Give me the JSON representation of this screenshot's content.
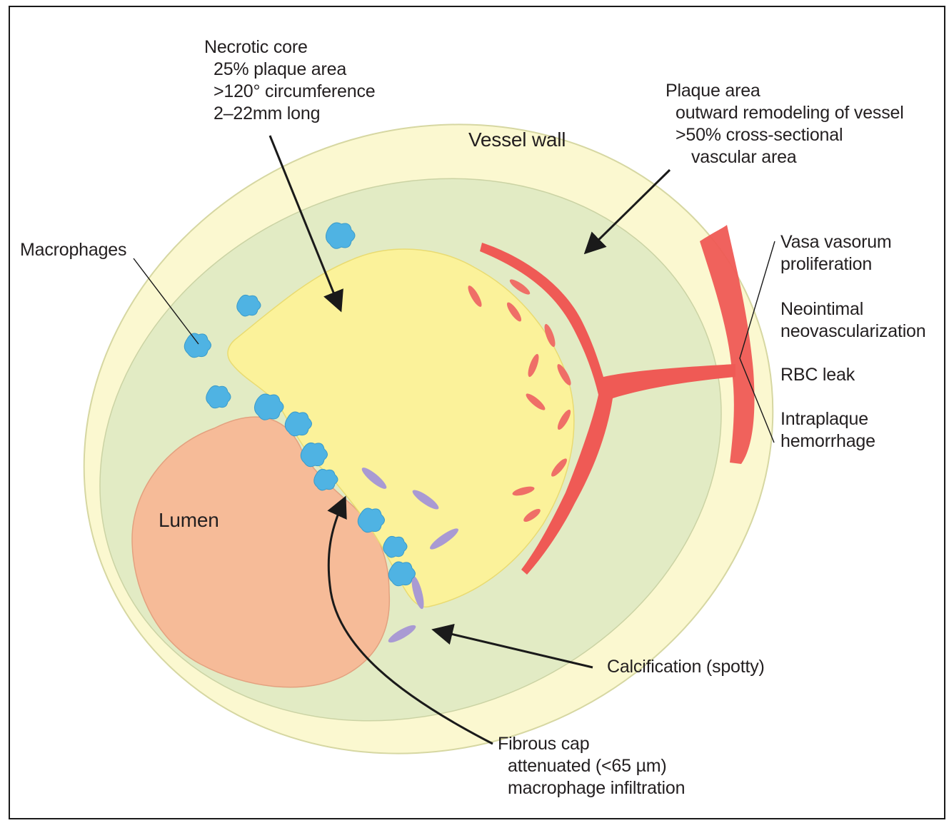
{
  "labels": {
    "necrotic_core": {
      "title": "Necrotic core",
      "lines": [
        "25% plaque area",
        ">120° circumference",
        "2–22mm long"
      ]
    },
    "plaque_area": {
      "title": "Plaque area",
      "lines": [
        "outward remodeling of vessel",
        ">50% cross-sectional",
        "vascular area"
      ]
    },
    "vessel_wall": "Vessel wall",
    "macrophages": "Macrophages",
    "lumen": "Lumen",
    "vasa_vasorum": [
      "Vasa vasorum",
      "proliferation"
    ],
    "neointimal": [
      "Neointimal",
      "neovascularization"
    ],
    "rbc_leak": "RBC leak",
    "intraplaque": [
      "Intraplaque",
      "hemorrhage"
    ],
    "calcification": "Calcification (spotty)",
    "fibrous_cap": {
      "title": "Fibrous cap",
      "lines": [
        "attenuated (<65 µm)",
        "macrophage infiltration"
      ]
    }
  },
  "colors": {
    "vessel_wall": "#fbf8d0",
    "plaque": "#e2ebc4",
    "necrotic_core": "#fbf29a",
    "lumen": "#f6bb98",
    "macrophage": "#4fb3e3",
    "calcification": "#a99ad3",
    "vessel": "#ef5a55",
    "arrow": "#1a1a1a"
  },
  "icons": {
    "macrophage": "macrophage-blob-icon",
    "calcification": "calcification-spot-icon",
    "red_blood_cell": "rbc-dash-icon"
  }
}
